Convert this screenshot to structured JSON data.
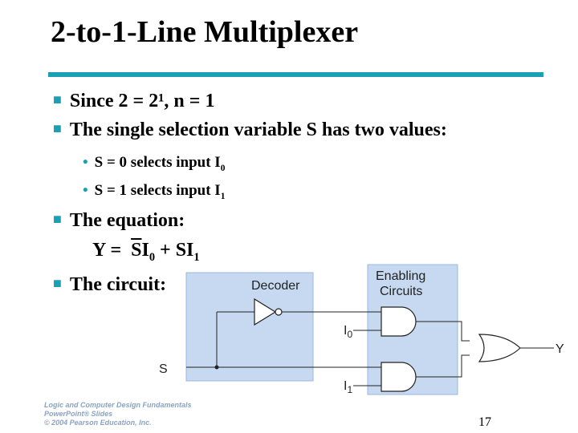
{
  "title": "2-to-1-Line Multiplexer",
  "bullets": {
    "b1": "Since 2 = 2¹, n = 1",
    "b2": "The single selection variable S has two values:",
    "s1_pre": "S = 0 selects input I",
    "s1_sub": "0",
    "s2_pre": "S = 1 selects input I",
    "s2_sub": "1",
    "b3": "The equation:",
    "eq_y": "Y =",
    "eq_s1": "S",
    "eq_i1": "I",
    "eq_i1_sub": "0",
    "eq_plus": " + SI",
    "eq_i2_sub": "1",
    "b4": "The circuit:"
  },
  "circuit": {
    "decoder_label": "Decoder",
    "enabling_label_1": "Enabling",
    "enabling_label_2": "Circuits",
    "i0_label": "I",
    "i0_sub": "0",
    "i1_label": "I",
    "i1_sub": "1",
    "s_label": "S",
    "y_label": "Y"
  },
  "footer": {
    "line1": "Logic and Computer Design Fundamentals",
    "line2": "PowerPoint® Slides",
    "line3": "© 2004 Pearson Education, Inc."
  },
  "page_number": "17",
  "colors": {
    "accent": "#1a9fb5",
    "box_fill": "#c6d9f0",
    "box_stroke": "#9bb8e0"
  }
}
